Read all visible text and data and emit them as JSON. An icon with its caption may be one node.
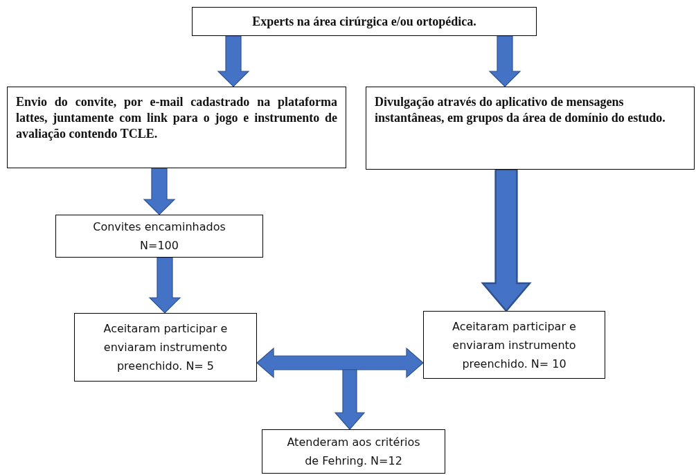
{
  "diagram": {
    "nodes": [
      {
        "text": [
          "Experts na área cirúrgica e/ou ortopédica."
        ]
      },
      {
        "text": [
          "Envio do convite, por e-mail cadastrado na plataforma lattes, juntamente com link para o jogo e instrumento de avaliação contendo TCLE."
        ]
      },
      {
        "text": [
          "Divulgação através do aplicativo de mensagens instantâneas, em grupos da área de domínio do estudo."
        ]
      },
      {
        "text": [
          "Convites encaminhados N=100"
        ]
      },
      {
        "text": [
          "Aceitaram participar e enviaram instrumento preenchido. N= 5"
        ]
      },
      {
        "text": [
          "Aceitaram participar e enviaram instrumento preenchido. N= 10"
        ]
      },
      {
        "text": [
          "Atenderam aos critérios de Fehring. N=12"
        ]
      }
    ],
    "edges": [
      {
        "from": 0,
        "to": 1,
        "arrow": "to"
      },
      {
        "from": 0,
        "to": 2,
        "arrow": "to"
      },
      {
        "from": 1,
        "to": 3,
        "arrow": "to"
      },
      {
        "from": 3,
        "to": 4,
        "arrow": "to"
      },
      {
        "from": 2,
        "to": 5,
        "arrow": "to",
        "style": "thick"
      },
      {
        "from": 4,
        "to": 5,
        "arrow": "both"
      },
      {
        "from": null,
        "to": 6,
        "arrow": "to"
      }
    ]
  }
}
